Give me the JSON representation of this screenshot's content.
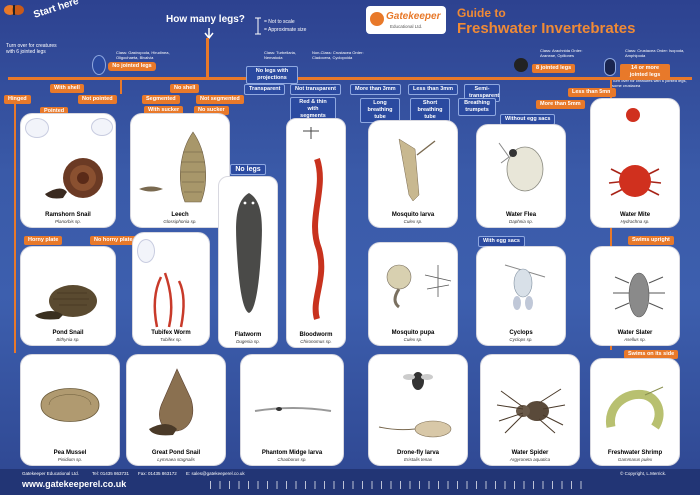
{
  "header": {
    "start_here": "Start here",
    "question": "How many legs?",
    "scale_note_1": "= Not to scale",
    "scale_note_2": "= Approximate size",
    "logo_text": "Gatekeeper",
    "logo_sub": "Educational Ltd.",
    "title_line1": "Guide to",
    "title_line2": "Freshwater Invertebrates"
  },
  "side_notes": {
    "turn_over": "Turn over for creatures with 6 jointed legs",
    "classes_left": "Class: Gastropoda, Hirudinea, Oligochaeta, Bivalvia",
    "classes_mid": "Class: Turbellaria, Nematoda",
    "classes_mid2": "Class: Insecta, Diptera larva",
    "classes_mid3": "Non-Class: Crustacea Order: Cladocera, Cyclopoida",
    "classes_right": "Class: Arachnida Order: Araneae, Opiliones",
    "classes_far_right": "Class: Crustacea Order: Isopoda, Amphipoda",
    "crust_note": "Turn over for creatures with 6 jointed legs, some crustacea"
  },
  "branches": {
    "no_jointed_legs": "No jointed legs",
    "eight_jointed_legs": "8 jointed legs",
    "fourteen_jointed_legs": "14 or more jointed legs",
    "with_shell": "With shell",
    "no_shell": "No shell",
    "hinged": "Hinged",
    "not_pointed": "Not pointed",
    "pointed": "Pointed",
    "segmented": "Segmented",
    "not_segmented": "Not segmented",
    "with_sucker": "With sucker",
    "no_sucker": "No sucker",
    "no_legs_projections": "No legs with projections",
    "transparent": "Transparent",
    "not_transparent": "Not transparent",
    "red_thin": "Red & thin with segments",
    "more_than_3mm_a": "More than 3mm",
    "less_than_3mm": "Less than 3mm",
    "semi_transparent": "Semi-transparent",
    "long_breathing_tube": "Long breathing tube",
    "short_breathing_tube": "Short breathing tube",
    "breathing_trumpets": "Breathing trumpets",
    "without_egg_sacs": "Without egg sacs",
    "with_egg_sacs": "With egg sacs",
    "more_than_5mm": "More than 5mm",
    "less_than_5mm": "Less than 5mm",
    "horny_plate": "Horny plate",
    "no_horny_plate": "No horny plate",
    "swims_on_side": "Swims on its side",
    "swims_upright": "Swims upright"
  },
  "creatures": [
    {
      "name": "Ramshorn Snail",
      "latin": "Planorbis sp."
    },
    {
      "name": "Leech",
      "latin": "Glossiphonia sp."
    },
    {
      "name": "Flatworm",
      "latin": "Dugesia sp."
    },
    {
      "name": "Bloodworm",
      "latin": "Chironomus sp."
    },
    {
      "name": "Mosquito larva",
      "latin": "Culex sp."
    },
    {
      "name": "Water Flea",
      "latin": "Daphnia sp."
    },
    {
      "name": "Water Mite",
      "latin": "Hydrachna sp."
    },
    {
      "name": "Pond Snail",
      "latin": "Bithynia sp."
    },
    {
      "name": "Tubifex Worm",
      "latin": "Tubifex sp."
    },
    {
      "name": "Mosquito pupa",
      "latin": "Culex sp."
    },
    {
      "name": "Cyclops",
      "latin": "Cyclops sp."
    },
    {
      "name": "Water Slater",
      "latin": "Asellus sp."
    },
    {
      "name": "Pea Mussel",
      "latin": "Pisidium sp."
    },
    {
      "name": "Great Pond Snail",
      "latin": "Lymnaea stagnalis"
    },
    {
      "name": "Phantom Midge larva",
      "latin": "Chaoborus sp."
    },
    {
      "name": "Drone-fly larva",
      "latin": "Eristalis tenax"
    },
    {
      "name": "Water Spider",
      "latin": "Argyroneta aquatica"
    },
    {
      "name": "Freshwater Shrimp",
      "latin": "Gammarus pulex"
    }
  ],
  "footer": {
    "company": "Gatekeeper Educational Ltd.",
    "tel": "Tel: 01435 863731",
    "fax": "Fax: 01435 863172",
    "email": "E: sales@gatekeeperel.co.uk",
    "website": "www.gatekeeperel.co.uk",
    "copyright": "© Copyright, L.Merrick."
  },
  "colors": {
    "accent": "#e8792a",
    "background": "#2d4290",
    "title": "#e8792a"
  }
}
